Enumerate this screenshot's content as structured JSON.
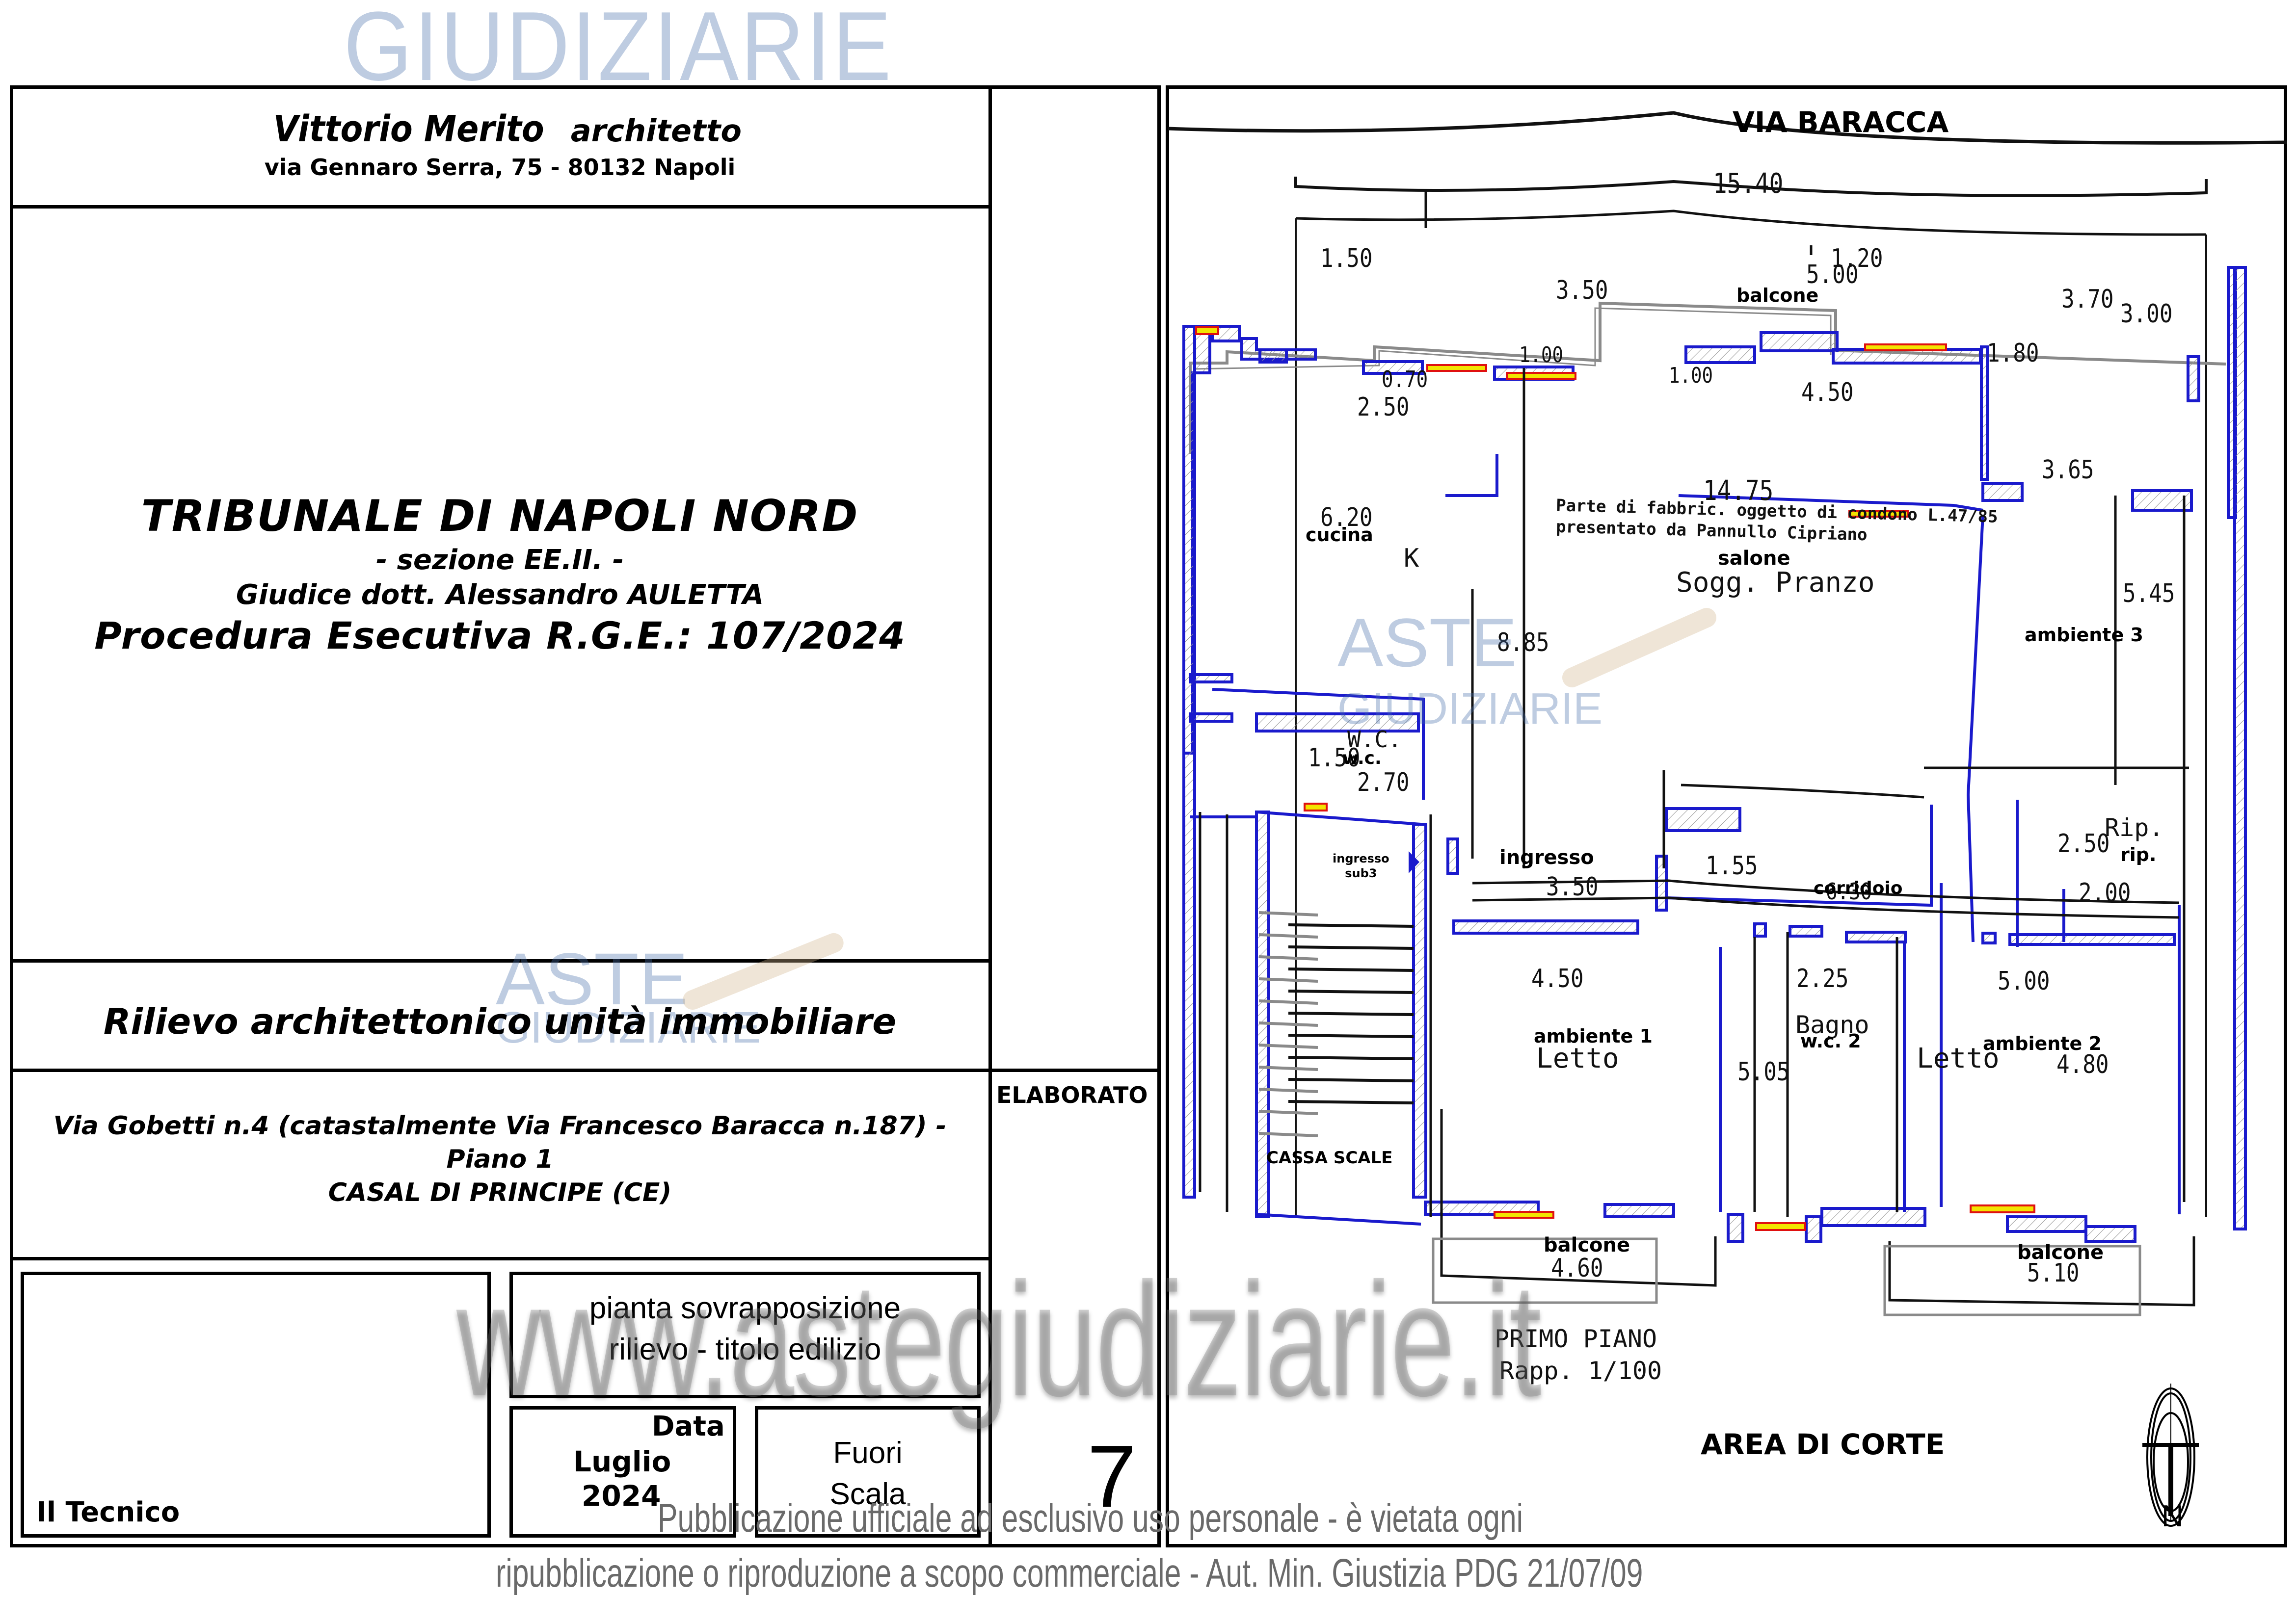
{
  "watermarks": {
    "top": "GIUDIZIARIE",
    "aste_logo_top": "ASTE",
    "aste_logo_bottom": "GIUDIZIARIE",
    "site": "www.astegiudiziarie.it"
  },
  "title_block": {
    "author": {
      "name": "Vittorio Merito",
      "role": "architetto",
      "address": "via Gennaro Serra, 75 - 80132 Napoli"
    },
    "court": {
      "name": "TRIBUNALE DI NAPOLI NORD",
      "section": "- sezione EE.II. -",
      "judge": "Giudice dott. Alessandro AULETTA",
      "procedure": "Procedura Esecutiva R.G.E.: 107/2024"
    },
    "subject": "Rilievo architettonico unità immobiliare",
    "location": {
      "line1": "Via Gobetti n.4 (catastalmente Via Francesco Baracca n.187)  -",
      "line2": "Piano 1",
      "line3": "CASAL DI PRINCIPE (CE)"
    },
    "elaborato": {
      "label": "ELABORATO",
      "number": "7"
    },
    "technician_label": "Il Tecnico",
    "drawing_title": {
      "line1": "pianta sovrapposizione",
      "line2": "rilievo - titolo edilizio"
    },
    "date": {
      "label": "Data",
      "month": "Luglio",
      "year": "2024"
    },
    "scale": {
      "line1": "Fuori",
      "line2": "Scala"
    }
  },
  "plan": {
    "street_top": "VIA BARACCA",
    "courtyard": "AREA DI CORTE",
    "floor_title": "PRIMO PIANO",
    "ratio": "Rapp. 1/100",
    "north_label": "N",
    "condono_note": {
      "line1": "Parte di fabbric. oggetto di condono L.47/85",
      "line2": "presentato da Pannullo Cipriano"
    },
    "rooms": [
      {
        "id": "cucina",
        "label": "cucina",
        "old_label": "K"
      },
      {
        "id": "salone",
        "label": "salone",
        "old_label": "Sogg. Pranzo"
      },
      {
        "id": "ambiente3",
        "label": "ambiente 3"
      },
      {
        "id": "wc",
        "label": "w.c.",
        "old_label": "W.C."
      },
      {
        "id": "ingresso_sub3",
        "label": "ingresso\nsub3"
      },
      {
        "id": "ingresso",
        "label": "ingresso"
      },
      {
        "id": "corridoio",
        "label": "corridoio"
      },
      {
        "id": "rip",
        "label": "rip.",
        "old_label": "Rip."
      },
      {
        "id": "ambiente1",
        "label": "ambiente 1",
        "old_label": "Letto"
      },
      {
        "id": "bagno",
        "label": "w.c. 2",
        "old_label": "Bagno"
      },
      {
        "id": "ambiente2",
        "label": "ambiente 2",
        "old_label": "Letto"
      },
      {
        "id": "cassa_scale",
        "label": "CASSA SCALE"
      },
      {
        "id": "balcone_top",
        "label": "balcone"
      },
      {
        "id": "balcone_left",
        "label": "balcone"
      },
      {
        "id": "balcone_right",
        "label": "balcone"
      }
    ],
    "dimensions": {
      "total_width": "15.40",
      "top_left": "1.50",
      "top_right_1": "1.20",
      "seg_3_50": "3.50",
      "seg_5_00": "5.00",
      "seg_3_70": "3.70",
      "seg_3_00": "3.00",
      "seg_1_00_a": "1.00",
      "seg_1_00_b": "1.00",
      "seg_0_70": "0.70",
      "seg_1_80": "1.80",
      "seg_4_50_top": "4.50",
      "seg_2_50": "2.50",
      "seg_3_65": "3.65",
      "inner_width": "14.75",
      "cucina_h": "6.20",
      "salone_h": "8.85",
      "amb3_h": "5.45",
      "wc_h": "1.50",
      "wc_w": "2.70",
      "ingresso_w": "3.50",
      "corr_h": "1.55",
      "corr_w": "6.30",
      "rip_h": "2.50",
      "rip_w": "2.00",
      "amb1_w": "4.50",
      "bagno_w": "2.25",
      "amb2_w": "5.00",
      "bagno_h": "5.05",
      "amb2_h": "4.80",
      "balc_left_w": "4.60",
      "balc_right_w": "5.10"
    }
  },
  "notice": {
    "line1": "Pubblicazione ufficiale ad esclusivo uso personale - è vietata ogni",
    "line2": "ripubblicazione o riproduzione a scopo commerciale - Aut. Min. Giustizia PDG 21/07/09"
  },
  "colors": {
    "survey_outline": "#1a1acc",
    "window": "#e01010",
    "window_fill": "#f2e400",
    "old_outline": "#8a8a8a",
    "watermark_blue": "#7f9cc8"
  }
}
